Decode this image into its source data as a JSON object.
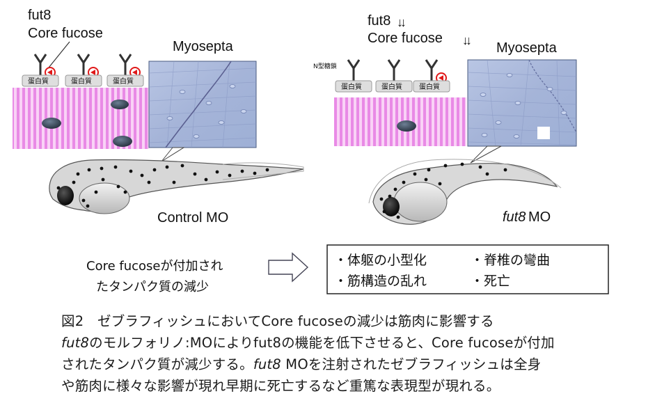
{
  "left_panel": {
    "fut8_label": "fut8",
    "core_fucose_label": "Core fucose",
    "protein_label": "蛋白質",
    "myosepta_label": "Myosepta",
    "fish_label": "Control MO"
  },
  "right_panel": {
    "fut8_label": "fut8",
    "core_fucose_label": "Core fucose",
    "down_arrows": "↓↓",
    "n_glycan_label": "N型糖鎖",
    "protein_label": "蛋白質",
    "myosepta_label": "Myosepta",
    "fish_label_italic": "fut8",
    "fish_label_rest": " MO"
  },
  "flow": {
    "cause_line1": "Core fucoseが付加され",
    "cause_line2": "たタンパク質の減少",
    "effects": [
      "・体躯の小型化",
      "・脊椎の彎曲",
      "・筋構造の乱れ",
      "・死亡"
    ]
  },
  "caption": {
    "title": "図2　ゼブラフィッシュにおいてCore fucoseの減少は筋肉に影響する",
    "line2_italic": "fut8",
    "line2_rest": "のモルフォリノ:MOによりfut8の機能を低下させると、Core fucoseが付加",
    "line3_start": "されたタンパク質が減少する。",
    "line3_italic": "fut8",
    "line3_rest": " MOを注射されたゼブラフィッシュは全身",
    "line4": "や筋肉に様々な影響が現れ早期に死亡するなど重篤な表現型が現れる。"
  },
  "colors": {
    "muscle_stripe": "#e98ae6",
    "muscle_bg": "#f7c8f4",
    "nucleus": "#3d4a5a",
    "histology_bg": "#a9b9dc",
    "fucose_red": "#e01818"
  }
}
